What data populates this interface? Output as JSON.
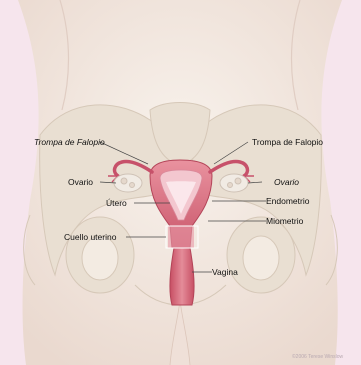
{
  "labels": {
    "left_tube": "Trompa de Falopio",
    "right_tube": "Trompa de Falopio",
    "left_ovary": "Ovario",
    "right_ovary": "Ovario",
    "uterus": "Útero",
    "endometrium": "Endometrio",
    "myometrium": "Miometrio",
    "cervix": "Cuello uterino",
    "vagina": "Vagina"
  },
  "credit": "©2006 Terese Winslow"
}
